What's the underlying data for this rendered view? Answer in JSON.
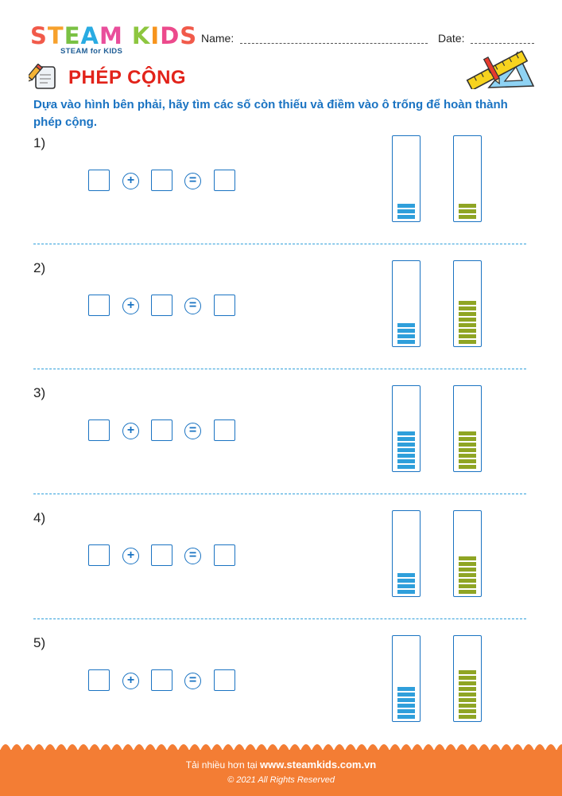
{
  "logo": {
    "letters": [
      {
        "char": "S",
        "color": "#f15a4a"
      },
      {
        "char": "T",
        "color": "#f7a12c"
      },
      {
        "char": "E",
        "color": "#7ac143"
      },
      {
        "char": "A",
        "color": "#29abe2"
      },
      {
        "char": "M",
        "color": "#e94e9b"
      },
      {
        "char": " ",
        "color": "#ffffff"
      },
      {
        "char": "K",
        "color": "#8dc63f"
      },
      {
        "char": "I",
        "color": "#f7941d"
      },
      {
        "char": "D",
        "color": "#ec4a8c"
      },
      {
        "char": "S",
        "color": "#f15a4a"
      }
    ],
    "text": "STEAM KIDS",
    "tagline": "STEAM for KIDS"
  },
  "header": {
    "name_label": "Name:",
    "date_label": "Date:"
  },
  "worksheet": {
    "title": "PHÉP CỘNG",
    "instructions": "Dựa vào hình bên phải, hãy tìm các số còn thiếu và điềm vào ô trống để hoàn thành phép cộng.",
    "plus_symbol": "+",
    "equals_symbol": "=",
    "problems": [
      {
        "number": "1)",
        "blue_count": 3,
        "green_count": 3
      },
      {
        "number": "2)",
        "blue_count": 4,
        "green_count": 8
      },
      {
        "number": "3)",
        "blue_count": 7,
        "green_count": 7
      },
      {
        "number": "4)",
        "blue_count": 4,
        "green_count": 7
      },
      {
        "number": "5)",
        "blue_count": 6,
        "green_count": 9
      }
    ]
  },
  "footer": {
    "more_text": "Tải nhiều hơn tại",
    "website": "www.steamkids.com.vn",
    "copyright": "© 2021 All Rights Reserved"
  },
  "colors": {
    "accent_blue": "#1a73c2",
    "block_blue": "#2f9fdb",
    "block_green": "#8fa524",
    "title_red": "#e2231a",
    "footer_orange": "#f37d34"
  }
}
